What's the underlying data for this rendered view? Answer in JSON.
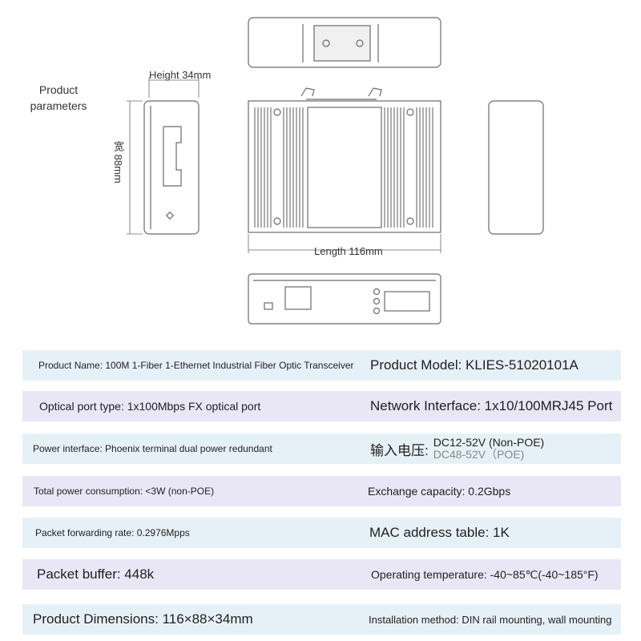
{
  "colors": {
    "row_light": "#e6f1f7",
    "row_lavender": "#e9e7f6",
    "drawing_stroke": "#6a6a6a"
  },
  "diagram": {
    "section_title": "Product parameters",
    "height_label": "Height 34mm",
    "width_label": "宽 88mm",
    "length_label": "Length 116mm"
  },
  "specs": {
    "rows": [
      {
        "left": "Product Name: 100M 1-Fiber 1-Ethernet Industrial Fiber Optic Transceiver",
        "right": "Product Model: KLIES-51020101A"
      },
      {
        "left": "Optical port type: 1x100Mbps FX optical port",
        "right": "Network Interface: 1x10/100MRJ45 Port"
      },
      {
        "left": "Power interface: Phoenix terminal dual power redundant",
        "right_prefix": "输入电压:",
        "right_line1": "DC12-52V (Non-POE)",
        "right_line2": "DC48-52V（POE)"
      },
      {
        "left": "Total power consumption: <3W (non-POE)",
        "right": "Exchange capacity: 0.2Gbps"
      },
      {
        "left": "Packet forwarding rate: 0.2976Mpps",
        "right": "MAC address table: 1K"
      },
      {
        "left": "Packet buffer: 448k",
        "right": "Operating temperature: -40~85℃(-40~185°F)"
      },
      {
        "left": "Product Dimensions: 116×88×34mm",
        "right": "Installation method: DIN rail mounting, wall mounting"
      }
    ]
  }
}
